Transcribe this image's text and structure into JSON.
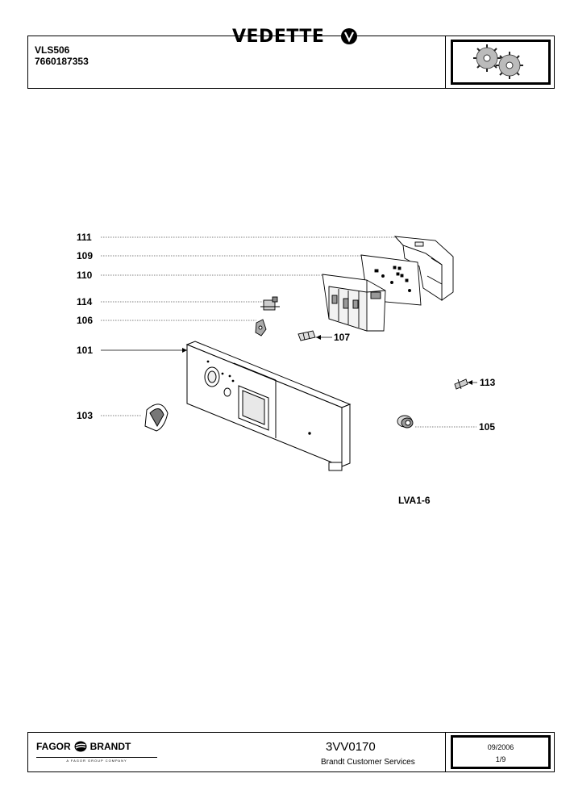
{
  "header": {
    "model": "VLS506",
    "code": "7660187353",
    "brand": "VEDETTE"
  },
  "parts": [
    {
      "num": "111"
    },
    {
      "num": "109"
    },
    {
      "num": "110"
    },
    {
      "num": "114"
    },
    {
      "num": "106"
    },
    {
      "num": "101"
    },
    {
      "num": "103"
    },
    {
      "num": "107"
    },
    {
      "num": "113"
    },
    {
      "num": "105"
    }
  ],
  "diagram_ref": "LVA1-6",
  "footer": {
    "brand_left": "FAGOR",
    "brand_right": "BRANDT",
    "tagline": "A FAGOR GROUP COMPANY",
    "doc_code": "3VV0170",
    "service": "Brandt Customer Services",
    "date": "09/2006",
    "page": "1/9"
  }
}
